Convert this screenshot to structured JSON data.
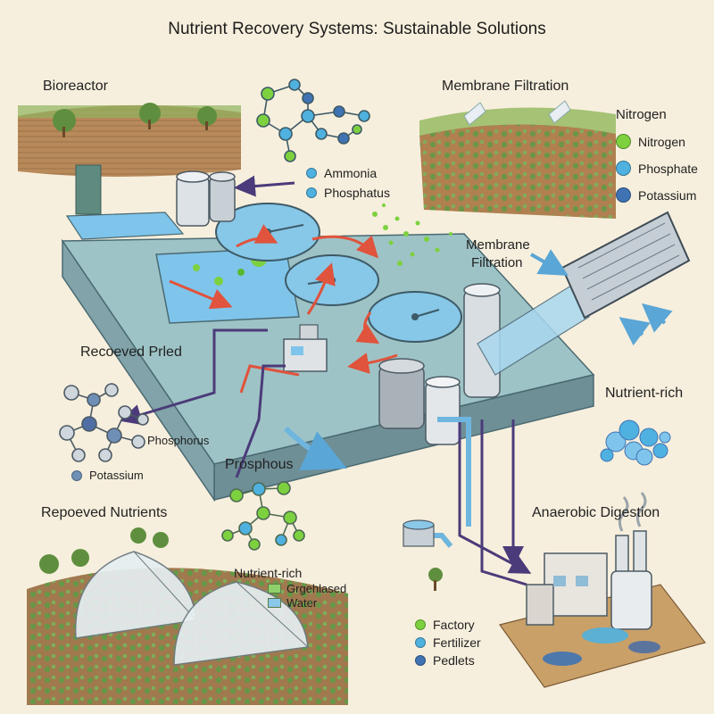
{
  "title": "Nutrient Recovery Systems: Sustainable Solutions",
  "colors": {
    "background": "#f7efdd",
    "water": "#7fc4ea",
    "platform": "#8fb5b8",
    "flow_red": "#e0533c",
    "flow_purple": "#4b3b7a",
    "nitrogen": "#7dd13f",
    "phosphate": "#4fb1df",
    "potassium": "#3f73b4"
  },
  "labels": {
    "bioreactor": "Bioreactor",
    "membrane_filtration_top": "Membrane Filtration",
    "membrane_filtration_mid_1": "Membrane",
    "membrane_filtration_mid_2": "Filtration",
    "recovered_prled": "Recoeved Prled",
    "nutrient_rich_right": "Nutrient-rich",
    "prosphous": "Prosphous",
    "repoeved_nutrients": "Repoeved Nutrients",
    "nutrient_rich_bottom": "Nutrient-rich",
    "anaerobic_digestion": "Anaerobic Digestion",
    "phosphorus": "Phosphorus",
    "potassium_left": "Potassium"
  },
  "molecule_top_legend": [
    {
      "label": "Ammonia",
      "icon": "phosphate-dot"
    },
    {
      "label": "Phosphatus",
      "icon": "phosphate-dot"
    }
  ],
  "legend": {
    "heading": "Nitrogen",
    "items": [
      {
        "label": "Nitrogen",
        "color": "#7dd13f"
      },
      {
        "label": "Phosphate",
        "color": "#4fb1df"
      },
      {
        "label": "Potassium",
        "color": "#3f73b4"
      }
    ]
  },
  "water_legend": [
    {
      "label": "Grgehlased",
      "color": "#8fd06a"
    },
    {
      "label": "Water",
      "color": "#8ac7e8"
    }
  ],
  "factory_legend": [
    {
      "label": "Factory",
      "color": "#7dd13f"
    },
    {
      "label": "Fertilizer",
      "color": "#4fb1df"
    },
    {
      "label": "Pedlets",
      "color": "#3f73b4"
    }
  ]
}
